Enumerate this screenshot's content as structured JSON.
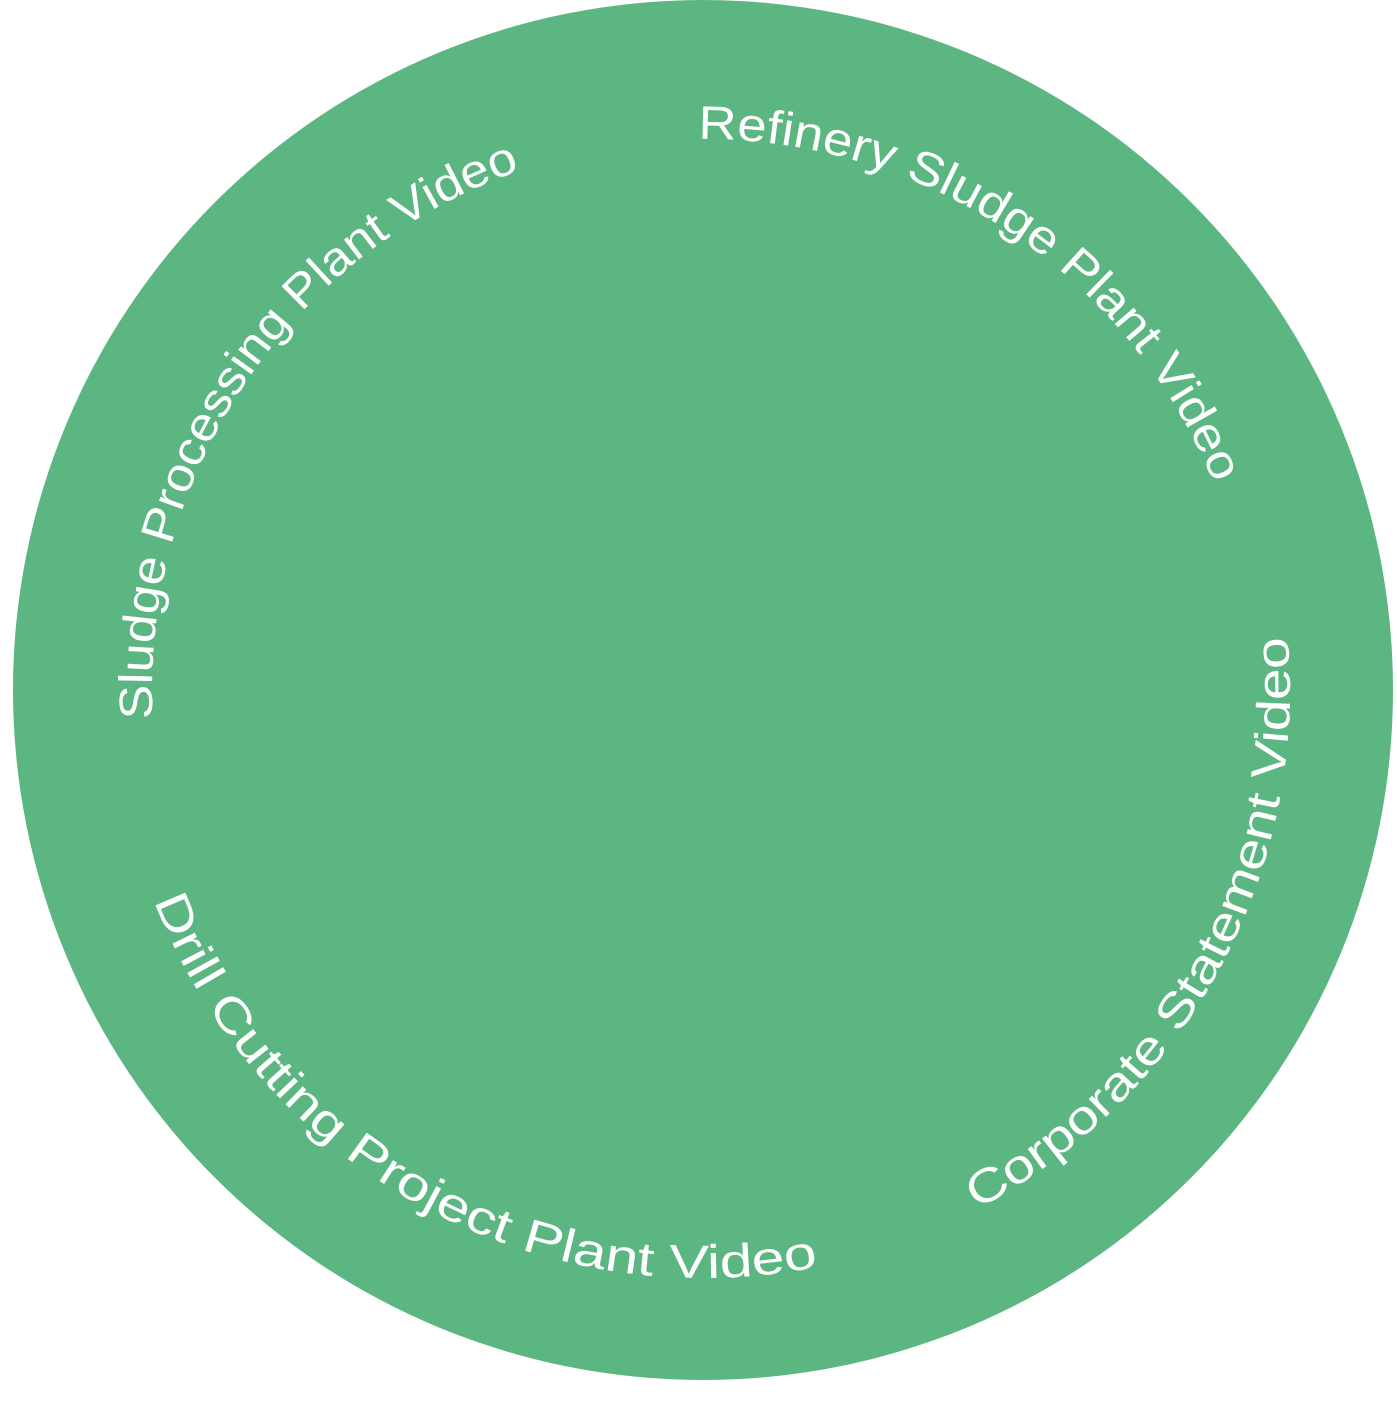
{
  "disc": {
    "fill_color": "#5bb682",
    "label_color": "#ffffff"
  },
  "labels": [
    {
      "id": "refinery-sludge",
      "text": "Refinery Sludge Plant Video"
    },
    {
      "id": "sludge-processing",
      "text": "Sludge Processing Plant Video"
    },
    {
      "id": "corporate-statement",
      "text": "Corporate Statement Video"
    },
    {
      "id": "drill-cutting",
      "text": "Drill Cutting Project Plant Video"
    }
  ]
}
